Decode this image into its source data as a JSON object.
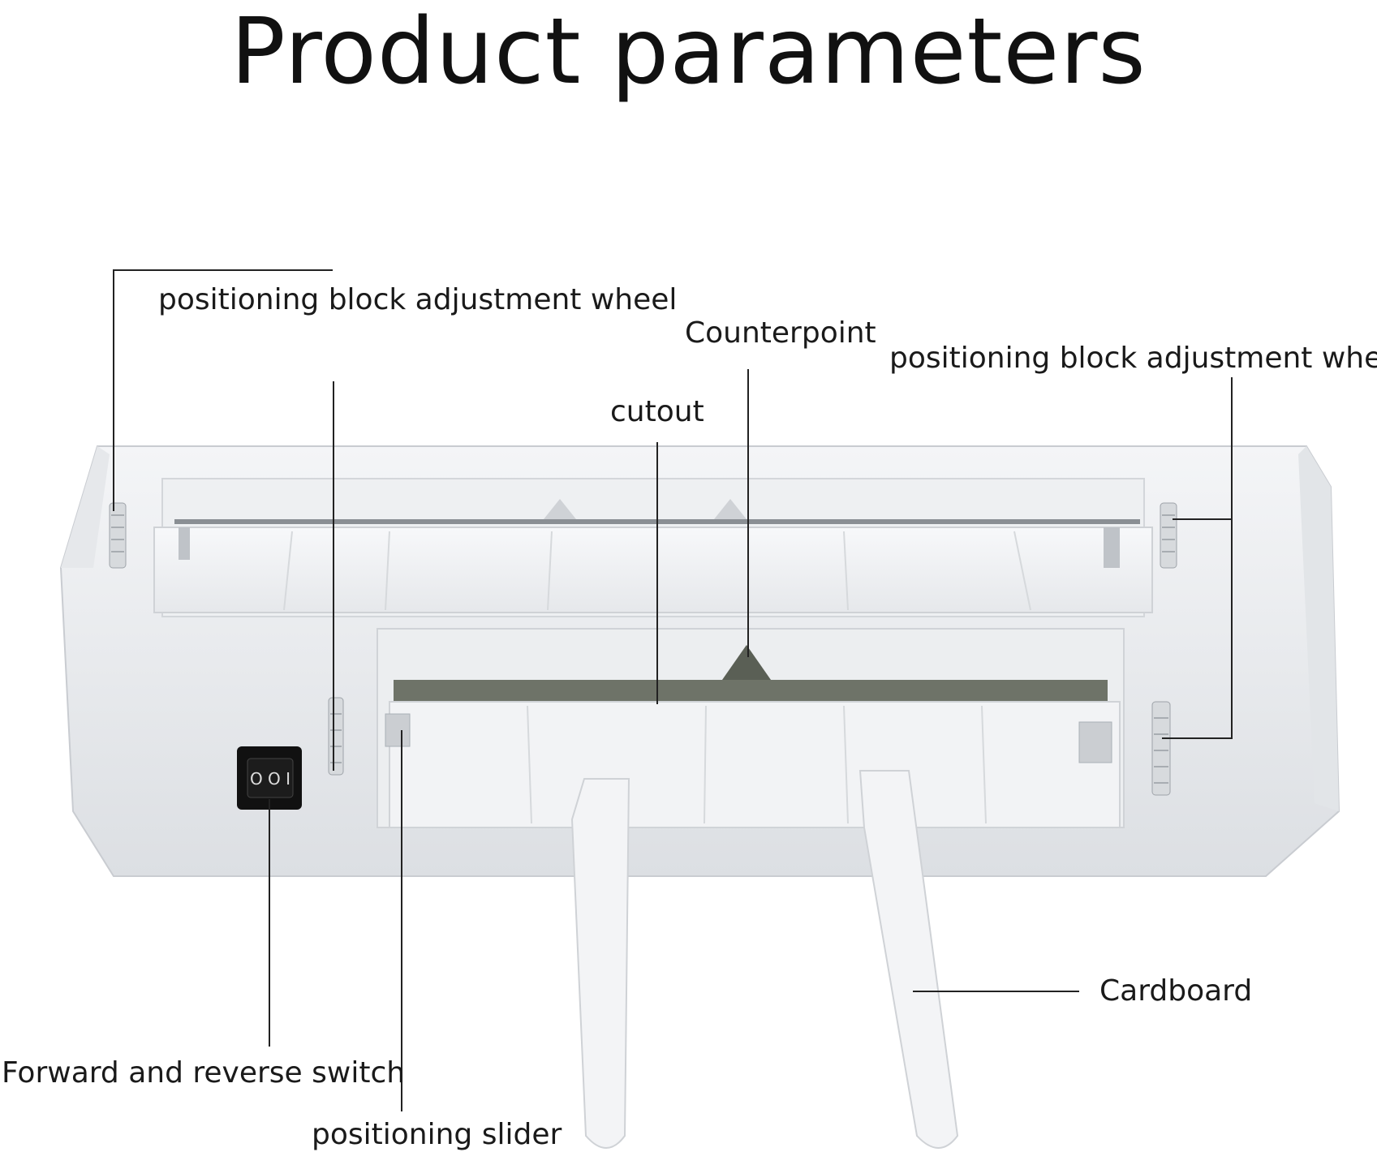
{
  "title": "Product parameters",
  "labels": {
    "wheel_left": "positioning block adjustment wheel",
    "counterpoint": "Counterpoint",
    "wheel_right": "positioning block adjustment wheel",
    "cutout": "cutout",
    "cardboard": "Cardboard",
    "switch": "Forward and reverse switch",
    "slider": "positioning slider"
  },
  "switch_glyphs": "O O I"
}
